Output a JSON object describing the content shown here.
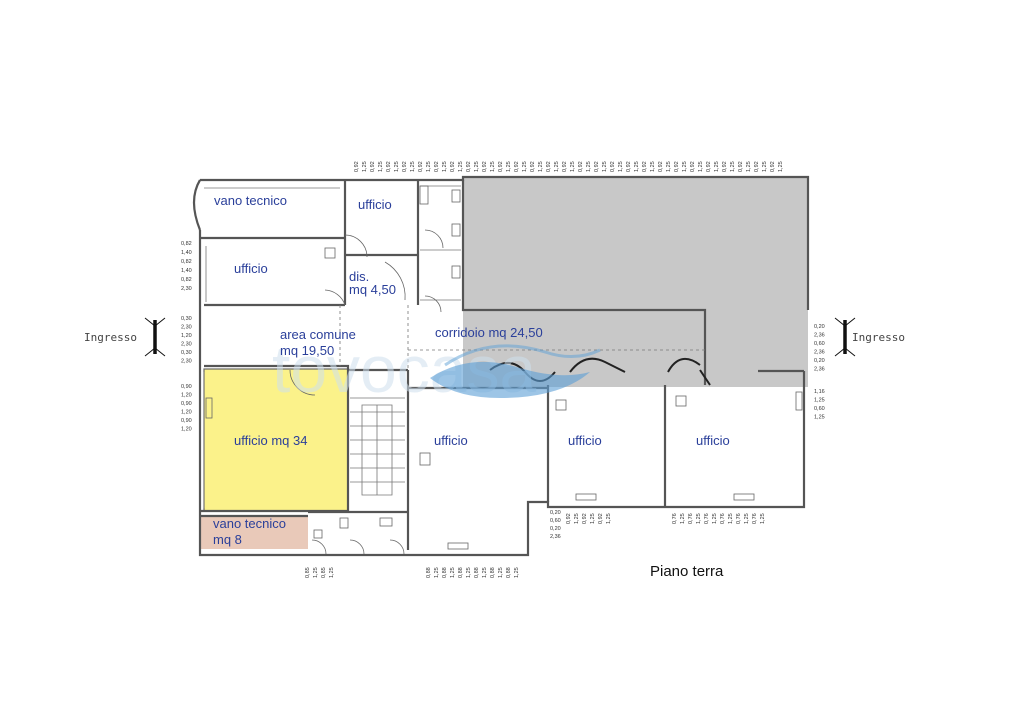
{
  "rooms": {
    "vano_tecnico_top": "vano tecnico",
    "ufficio_top": "ufficio",
    "ufficio_left": "ufficio",
    "dis_line1": "dis.",
    "dis_line2": "mq 4,50",
    "area_comune_line1": "area comune",
    "area_comune_line2": "mq 19,50",
    "corridoio": "corridoio mq 24,50",
    "ufficio_mq34": "ufficio mq 34",
    "ufficio_center": "ufficio",
    "ufficio_right1": "ufficio",
    "ufficio_right2": "ufficio",
    "vano_tecnico_bottom_line1": "vano tecnico",
    "vano_tecnico_bottom_line2": "mq 8"
  },
  "entrances": {
    "left": "Ingresso",
    "right": "Ingresso"
  },
  "floor_label": "Piano terra",
  "watermark": "tovocasa",
  "dimensions": {
    "top": [
      "0,92",
      "1,25"
    ],
    "left_upper": [
      "0,82",
      "1,40",
      "0,82",
      "1,40",
      "0,82",
      "2,30"
    ],
    "left_middle": [
      "0,30",
      "2,30",
      "1,20",
      "2,30",
      "0,30",
      "2,30"
    ],
    "left_lower": [
      "0,90",
      "1,20",
      "0,90",
      "1,20",
      "0,90",
      "1,20"
    ],
    "right_upper": [
      "0,20",
      "2,36",
      "0,60",
      "2,36",
      "0,20",
      "2,36"
    ],
    "right_lower": [
      "1,16",
      "1,25",
      "0,60",
      "1,25"
    ],
    "bottom_left": [
      "0,85",
      "1,25",
      "0,85",
      "1,25"
    ],
    "bottom_center": [
      "0,88",
      "1,25"
    ],
    "bottom_step": [
      "0,20",
      "0,60",
      "0,20",
      "2,36"
    ],
    "bottom_right1": [
      "0,92",
      "1,25"
    ],
    "bottom_right2": [
      "0,76",
      "1,25"
    ]
  },
  "colors": {
    "highlight": "#fbf28a",
    "gray_area": "#c8c8c8",
    "hatch": "#e9c9b9",
    "room_text": "#2a3f9a",
    "wall": "#555555"
  }
}
